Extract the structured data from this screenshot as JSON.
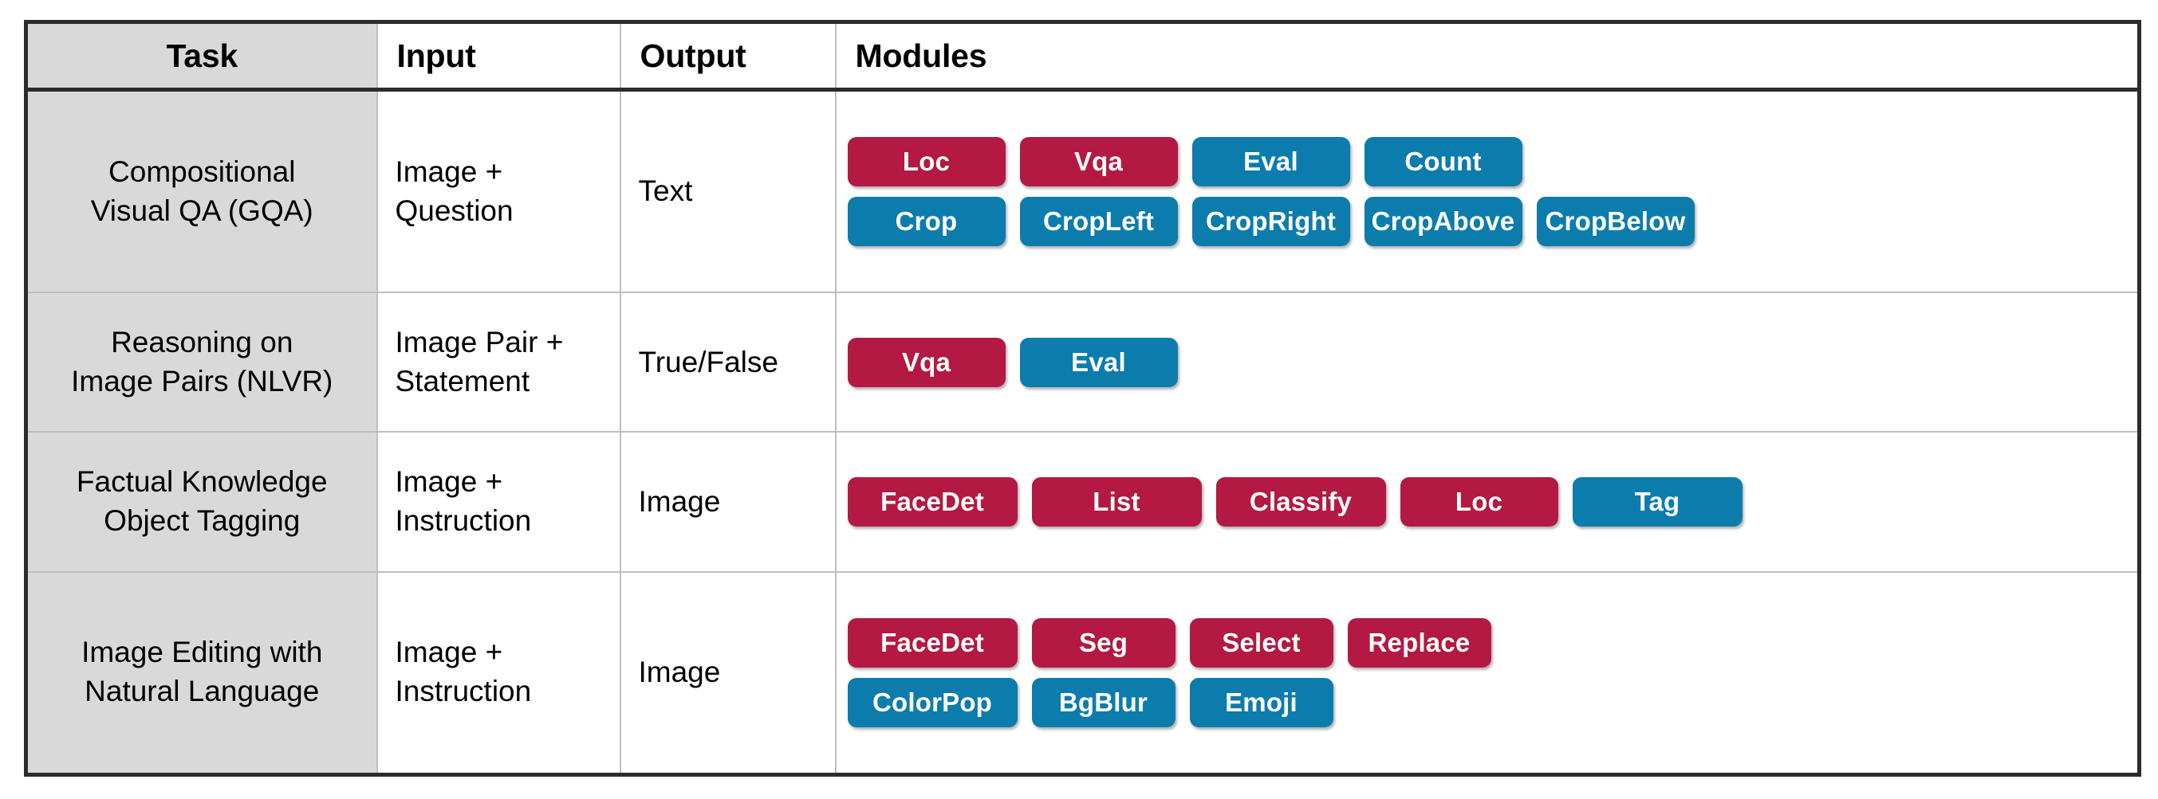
{
  "table": {
    "headers": {
      "task": "Task",
      "input": "Input",
      "output": "Output",
      "modules": "Modules"
    },
    "colors": {
      "crimson": "#b31942",
      "blue": "#0c7cad",
      "header_fill": "#d9d9d9",
      "task_column_fill": "#d9d9d9",
      "border_outer": "#2b2b2b",
      "border_inner": "#bfbfbf"
    },
    "rows": [
      {
        "task": "Compositional\nVisual QA (GQA)",
        "task_line1": "Compositional",
        "task_line2": "Visual QA (GQA)",
        "input": "Image +\nQuestion",
        "input_line1": "Image +",
        "input_line2": "Question",
        "output": "Text",
        "module_rows": [
          [
            {
              "label": "Loc",
              "color": "crimson"
            },
            {
              "label": "Vqa",
              "color": "crimson"
            },
            {
              "label": "Eval",
              "color": "blue"
            },
            {
              "label": "Count",
              "color": "blue"
            }
          ],
          [
            {
              "label": "Crop",
              "color": "blue"
            },
            {
              "label": "CropLeft",
              "color": "blue"
            },
            {
              "label": "CropRight",
              "color": "blue"
            },
            {
              "label": "CropAbove",
              "color": "blue"
            },
            {
              "label": "CropBelow",
              "color": "blue"
            }
          ]
        ]
      },
      {
        "task": "Reasoning on\nImage Pairs (NLVR)",
        "task_line1": "Reasoning on",
        "task_line2": "Image Pairs (NLVR)",
        "input": "Image Pair +\nStatement",
        "input_line1": "Image Pair +",
        "input_line2": "Statement",
        "output": "True/False",
        "module_rows": [
          [
            {
              "label": "Vqa",
              "color": "crimson"
            },
            {
              "label": "Eval",
              "color": "blue"
            }
          ]
        ]
      },
      {
        "task": "Factual Knowledge\nObject Tagging",
        "task_line1": "Factual Knowledge",
        "task_line2": "Object Tagging",
        "input": "Image +\nInstruction",
        "input_line1": "Image +",
        "input_line2": "Instruction",
        "output": "Image",
        "module_rows": [
          [
            {
              "label": "FaceDet",
              "color": "crimson"
            },
            {
              "label": "List",
              "color": "crimson"
            },
            {
              "label": "Classify",
              "color": "crimson"
            },
            {
              "label": "Loc",
              "color": "crimson"
            },
            {
              "label": "Tag",
              "color": "blue"
            }
          ]
        ]
      },
      {
        "task": "Image Editing with\nNatural Language",
        "task_line1": "Image Editing with",
        "task_line2": "Natural Language",
        "input": "Image +\nInstruction",
        "input_line1": "Image +",
        "input_line2": "Instruction",
        "output": "Image",
        "module_rows": [
          [
            {
              "label": "FaceDet",
              "color": "crimson"
            },
            {
              "label": "Seg",
              "color": "crimson"
            },
            {
              "label": "Select",
              "color": "crimson"
            },
            {
              "label": "Replace",
              "color": "crimson"
            }
          ],
          [
            {
              "label": "ColorPop",
              "color": "blue"
            },
            {
              "label": "BgBlur",
              "color": "blue"
            },
            {
              "label": "Emoji",
              "color": "blue"
            }
          ]
        ]
      }
    ]
  }
}
